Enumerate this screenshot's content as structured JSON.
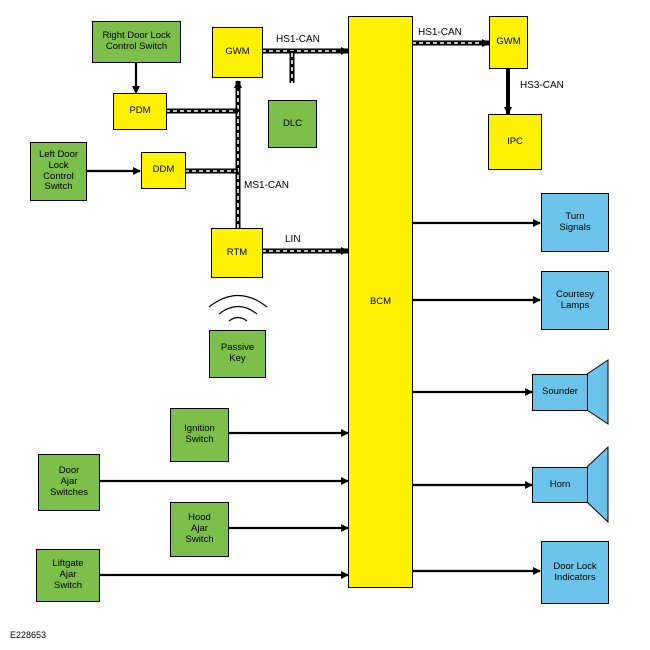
{
  "colors": {
    "input_module": "#7cbf4a",
    "control_module": "#fff200",
    "output_device": "#6cc4ea"
  },
  "blocks": {
    "right_door_lock_switch": "Right Door Lock\nControl Switch",
    "left_door_lock_switch": "Left Door\nLock\nControl\nSwitch",
    "pdm": "PDM",
    "ddm": "DDM",
    "gwm_left": "GWM",
    "dlc": "DLC",
    "rtm": "RTM",
    "passive_key": "Passive\nKey",
    "bcm": "BCM",
    "gwm_right": "GWM",
    "ipc": "IPC",
    "ignition_switch": "Ignition\nSwitch",
    "door_ajar_switches": "Door\nAjar\nSwitches",
    "hood_ajar_switch": "Hood\nAjar\nSwitch",
    "liftgate_ajar_switch": "Liftgate\nAjar\nSwitch",
    "turn_signals": "Turn\nSignals",
    "courtesy_lamps": "Courtesy\nLamps",
    "sounder": "Sounder",
    "horn": "Horn",
    "door_lock_indicators": "Door Lock\nIndicators"
  },
  "bus_labels": {
    "hs1_can_left": "HS1-CAN",
    "hs1_can_right": "HS1-CAN",
    "hs3_can": "HS3-CAN",
    "ms1_can": "MS1-CAN",
    "lin": "LIN"
  },
  "reference_code": "E228653"
}
